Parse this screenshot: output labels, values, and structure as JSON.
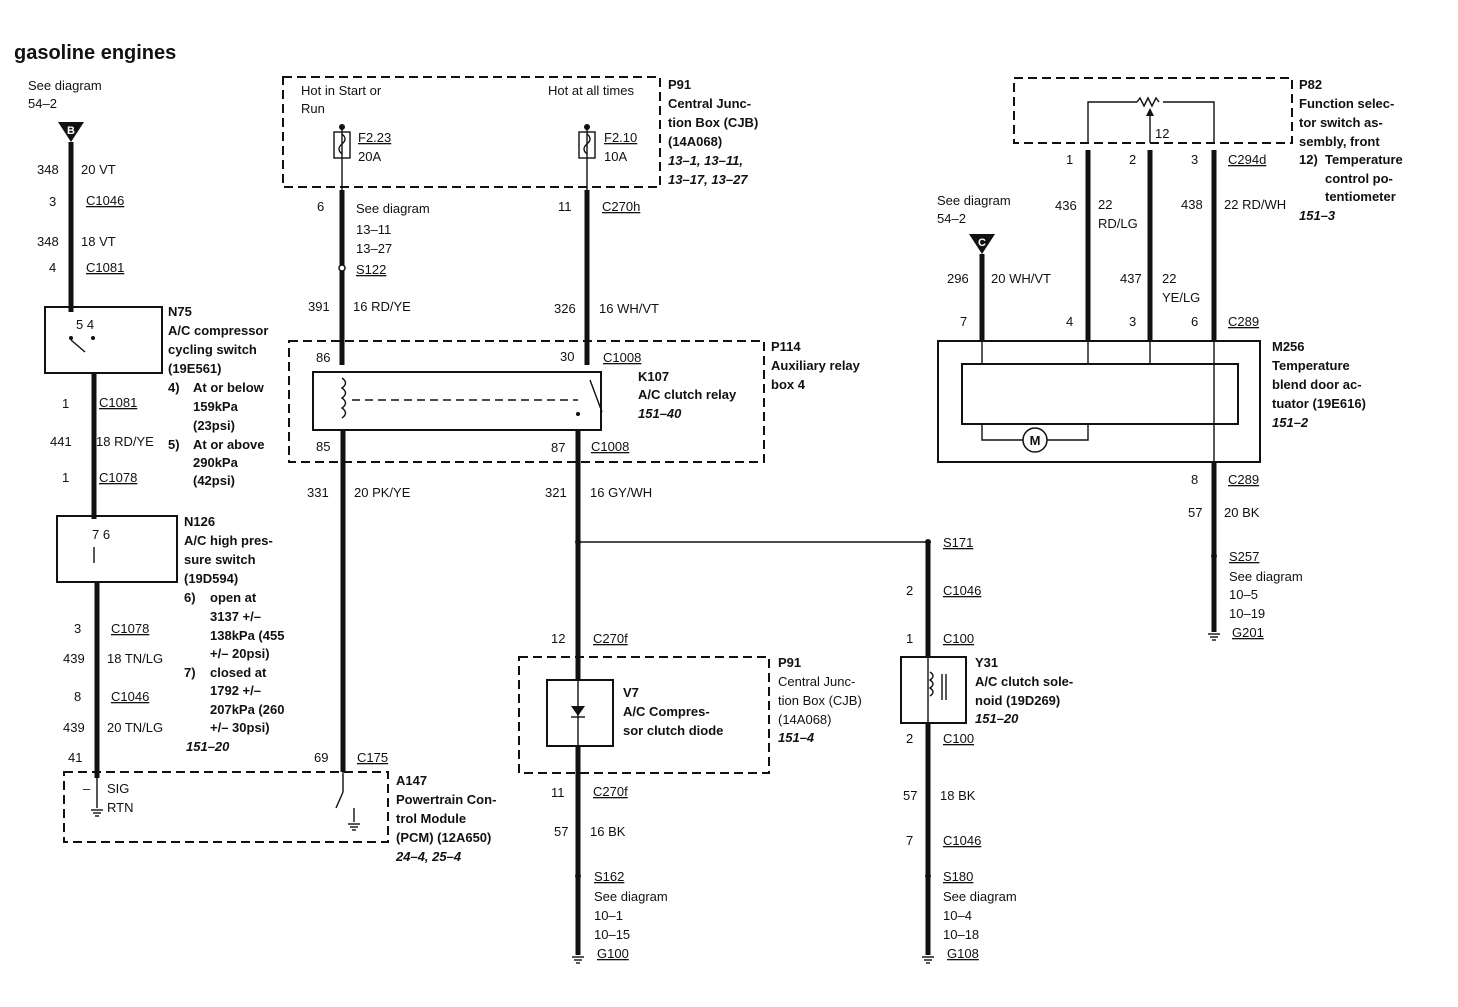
{
  "title": "gasoline engines",
  "left": {
    "see": "See diagram",
    "see_ref": "54–2",
    "conn_letter": "B",
    "w1": "348",
    "w1_gauge": "20 VT",
    "c1_pin": "3",
    "c1": "C1046",
    "w2": "348",
    "w2_gauge": "18 VT",
    "c2_pin": "4",
    "c2": "C1081",
    "n75_pins": "5  4",
    "n75": [
      "N75",
      "A/C compressor",
      "cycling switch",
      "(19E561)"
    ],
    "n75_notes": [
      "4)",
      "At or below",
      "159kPa",
      "(23psi)",
      "5)",
      "At or above",
      "290kPa",
      "(42psi)"
    ],
    "c3_pin": "1",
    "c3": "C1081",
    "w3": "441",
    "w3_gauge": "18 RD/YE",
    "c4_pin": "1",
    "c4": "C1078",
    "n126_pins": "7  6",
    "n126": [
      "N126",
      "A/C high pres-",
      "sure switch",
      "(19D594)"
    ],
    "n126_notes": [
      "6)",
      "open at",
      "3137 +/–",
      "138kPa (455",
      "+/– 20psi)",
      "7)",
      "closed at",
      "1792 +/–",
      "207kPa (260",
      "+/– 30psi)"
    ],
    "n126_ref": "151–20",
    "c5_pin": "3",
    "c5": "C1078",
    "w5": "439",
    "w5_gauge": "18 TN/LG",
    "c6_pin": "8",
    "c6": "C1046",
    "w6": "439",
    "w6_gauge": "20 TN/LG",
    "pcm_pin1": "41",
    "sig": "SIG",
    "rtn": "RTN",
    "minus": "–"
  },
  "cjb_top": {
    "hot_start": [
      "Hot in Start or",
      "Run"
    ],
    "hot_all": "Hot at all times",
    "f1": "F2.23",
    "f1_amp": "20A",
    "f2": "F2.10",
    "f2_amp": "10A",
    "label": [
      "P91",
      "Central Junc-",
      "tion Box (CJB)",
      "(14A068)"
    ],
    "refs": [
      "13–1, 13–11,",
      "13–17, 13–27"
    ],
    "p6": "6",
    "see": [
      "See diagram",
      "13–11",
      "13–27"
    ],
    "s122": "S122",
    "p11": "11",
    "c270h": "C270h",
    "w391": "391",
    "w391_g": "16 RD/YE",
    "w326": "326",
    "w326_g": "16 WH/VT"
  },
  "relay": {
    "p86": "86",
    "p30": "30",
    "c1008": "C1008",
    "k107": [
      "K107",
      "A/C clutch relay"
    ],
    "k107_ref": "151–40",
    "p114": [
      "P114",
      "Auxiliary relay",
      "box 4"
    ],
    "p85": "85",
    "p87": "87",
    "c1008b": "C1008",
    "w331": "331",
    "w331_g": "20 PK/YE",
    "w321": "321",
    "w321_g": "16 GY/WH"
  },
  "pcm": {
    "p69": "69",
    "c175": "C175",
    "label": [
      "A147",
      "Powertrain Con-",
      "trol Module",
      "(PCM) (12A650)"
    ],
    "refs": "24–4, 25–4"
  },
  "diode": {
    "p12": "12",
    "c270f": "C270f",
    "v7": [
      "V7",
      "A/C Compres-",
      "sor clutch diode"
    ],
    "p91": [
      "P91",
      "Central Junc-",
      "tion Box (CJB)",
      "(14A068)"
    ],
    "p91_ref": "151–4",
    "p11": "11",
    "c270f_b": "C270f",
    "w57": "57",
    "w57_g": "16 BK",
    "s162": "S162",
    "see": [
      "See diagram",
      "10–1",
      "10–15"
    ],
    "g100": "G100"
  },
  "solenoid": {
    "s171": "S171",
    "p2": "2",
    "c1046": "C1046",
    "p1": "1",
    "c100": "C100",
    "y31": [
      "Y31",
      "A/C clutch sole-",
      "noid (19D269)"
    ],
    "y31_ref": "151–20",
    "p2b": "2",
    "c100b": "C100",
    "w57": "57",
    "w57_g": "18 BK",
    "p7": "7",
    "c1046b": "C1046",
    "s180": "S180",
    "see": [
      "See diagram",
      "10–4",
      "10–18"
    ],
    "g108": "G108"
  },
  "right": {
    "p82": [
      "P82",
      "Function selec-",
      "tor switch as-",
      "sembly, front"
    ],
    "p82_note": [
      "12)",
      "Temperature",
      "control po-",
      "tentiometer"
    ],
    "p82_ref": "151–3",
    "pot_pin": "12",
    "pins_top": [
      "1",
      "2",
      "3"
    ],
    "c294d": "C294d",
    "w436": "436",
    "w436_g": [
      "22",
      "RD/LG"
    ],
    "w438": "438",
    "w438_g": "22 RD/WH",
    "w437": "437",
    "w437_g": [
      "22",
      "YE/LG"
    ],
    "see": "See diagram",
    "see_ref": "54–2",
    "conn_letter": "C",
    "w296": "296",
    "w296_g": "20 WH/VT",
    "pins_bottom": [
      "7",
      "4",
      "3",
      "6"
    ],
    "c289": "C289",
    "m256": [
      "M256",
      "Temperature",
      "blend door ac-",
      "tuator (19E616)"
    ],
    "m256_ref": "151–2",
    "motor": "M",
    "p8": "8",
    "c289b": "C289",
    "w57": "57",
    "w57_g": "20 BK",
    "s257": "S257",
    "see2": [
      "See diagram",
      "10–5",
      "10–19"
    ],
    "g201": "G201"
  }
}
